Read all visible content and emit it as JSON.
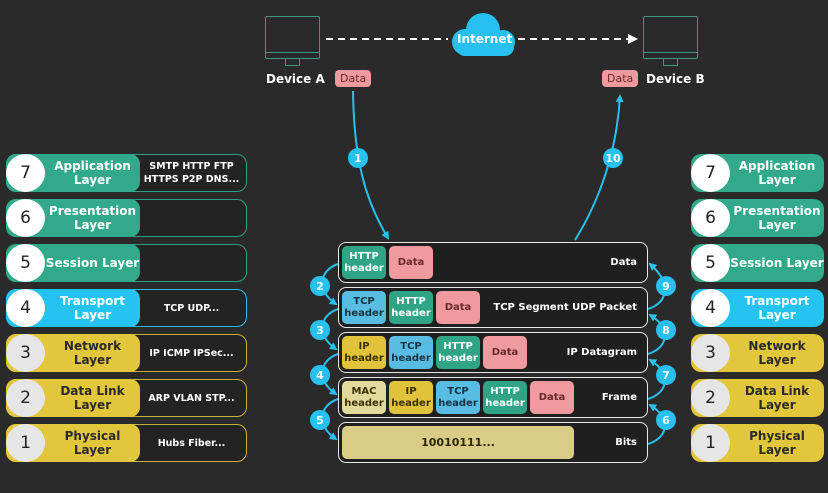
{
  "header": {
    "device_a": "Device A",
    "device_b": "Device B",
    "internet": "Internet",
    "data_a": "Data",
    "data_b": "Data"
  },
  "left_layers": [
    {
      "num": "7",
      "name": "Application Layer",
      "protocols": "SMTP HTTP FTP HTTPS P2P DNS...",
      "color": "teal"
    },
    {
      "num": "6",
      "name": "Presentation Layer",
      "protocols": "",
      "color": "teal"
    },
    {
      "num": "5",
      "name": "Session Layer",
      "protocols": "",
      "color": "teal"
    },
    {
      "num": "4",
      "name": "Transport Layer",
      "protocols": "TCP UDP...",
      "color": "blue"
    },
    {
      "num": "3",
      "name": "Network Layer",
      "protocols": "IP ICMP IPSec...",
      "color": "yellow"
    },
    {
      "num": "2",
      "name": "Data Link Layer",
      "protocols": "ARP VLAN STP...",
      "color": "yellow"
    },
    {
      "num": "1",
      "name": "Physical Layer",
      "protocols": "Hubs Fiber...",
      "color": "yellow"
    }
  ],
  "right_layers": [
    {
      "num": "7",
      "name": "Application Layer",
      "color": "teal"
    },
    {
      "num": "6",
      "name": "Presentation Layer",
      "color": "teal"
    },
    {
      "num": "5",
      "name": "Session Layer",
      "color": "teal"
    },
    {
      "num": "4",
      "name": "Transport Layer",
      "color": "blue"
    },
    {
      "num": "3",
      "name": "Network Layer",
      "color": "yellow"
    },
    {
      "num": "2",
      "name": "Data Link Layer",
      "color": "yellow"
    },
    {
      "num": "1",
      "name": "Physical Layer",
      "color": "yellow"
    }
  ],
  "encapsulation": [
    {
      "label": "Data",
      "cells": [
        {
          "type": "http",
          "text": "HTTP header"
        },
        {
          "type": "data",
          "text": "Data"
        }
      ]
    },
    {
      "label": "TCP Segment UDP Packet",
      "cells": [
        {
          "type": "tcp",
          "text": "TCP header"
        },
        {
          "type": "http",
          "text": "HTTP header"
        },
        {
          "type": "data",
          "text": "Data"
        }
      ]
    },
    {
      "label": "IP Datagram",
      "cells": [
        {
          "type": "ip",
          "text": "IP header"
        },
        {
          "type": "tcp",
          "text": "TCP header"
        },
        {
          "type": "http",
          "text": "HTTP header"
        },
        {
          "type": "data",
          "text": "Data"
        }
      ]
    },
    {
      "label": "Frame",
      "cells": [
        {
          "type": "mac",
          "text": "MAC header"
        },
        {
          "type": "ip",
          "text": "IP header"
        },
        {
          "type": "tcp",
          "text": "TCP header"
        },
        {
          "type": "http",
          "text": "HTTP header"
        },
        {
          "type": "data",
          "text": "Data"
        }
      ]
    },
    {
      "label": "Bits",
      "cells": [
        {
          "type": "bits",
          "text": "10010111..."
        }
      ]
    }
  ],
  "steps": [
    "1",
    "2",
    "3",
    "4",
    "5",
    "6",
    "7",
    "8",
    "9",
    "10"
  ],
  "colors": {
    "teal": "#31a98a",
    "blue": "#25c3ef",
    "yellow": "#e2c63c",
    "data_pink": "#ee9a9e",
    "arrow": "#28c0ee",
    "background": "#2a2a2a"
  }
}
